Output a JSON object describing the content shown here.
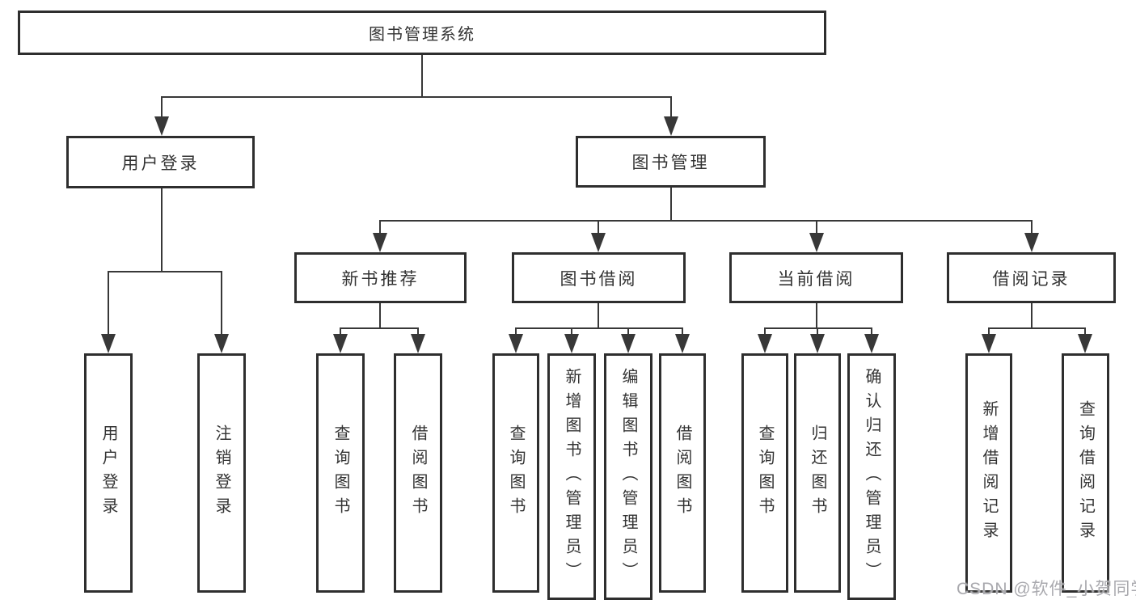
{
  "diagram_type": "tree",
  "root": {
    "label": "图书管理系统"
  },
  "branches": {
    "user_login": {
      "label": "用户登录",
      "children": {
        "login": "用户登录",
        "logout": "注销登录"
      }
    },
    "book_management": {
      "label": "图书管理",
      "children": {
        "new_book_recommend": {
          "label": "新书推荐",
          "children": {
            "query_books": "查询图书",
            "borrow_books": "借阅图书"
          }
        },
        "book_borrow": {
          "label": "图书借阅",
          "children": {
            "query_books": "查询图书",
            "add_books": "新增图书（管理员）",
            "edit_books": "编辑图书（管理员）",
            "borrow_books": "借阅图书"
          }
        },
        "current_borrow": {
          "label": "当前借阅",
          "children": {
            "query_books": "查询图书",
            "return_books": "归还图书",
            "confirm_return": "确认归还（管理员）"
          }
        },
        "borrow_records": {
          "label": "借阅记录",
          "children": {
            "add_record": "新增借阅记录",
            "query_record": "查询借阅记录"
          }
        }
      }
    }
  },
  "watermark": "CSDN @软件_小贺同学",
  "colors": {
    "line": "#383838",
    "border": "#2e2e2e",
    "text": "#333333",
    "background": "#ffffff",
    "watermark": "#a9a9ae"
  }
}
